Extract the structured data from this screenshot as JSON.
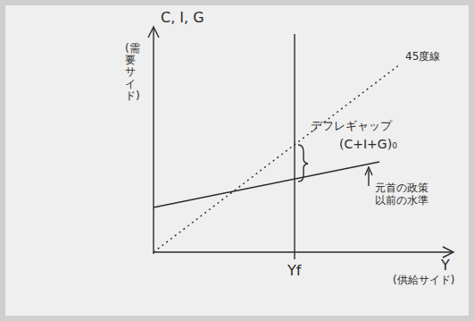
{
  "diagram": {
    "labels": [
      "C, I, G",
      "(需要サイド)",
      "45度線",
      "デフレギャップ",
      "(C+I+G)₀",
      "元首の政策 以前の水準",
      "Yf",
      "Y",
      "(供給サイド)"
    ]
  }
}
